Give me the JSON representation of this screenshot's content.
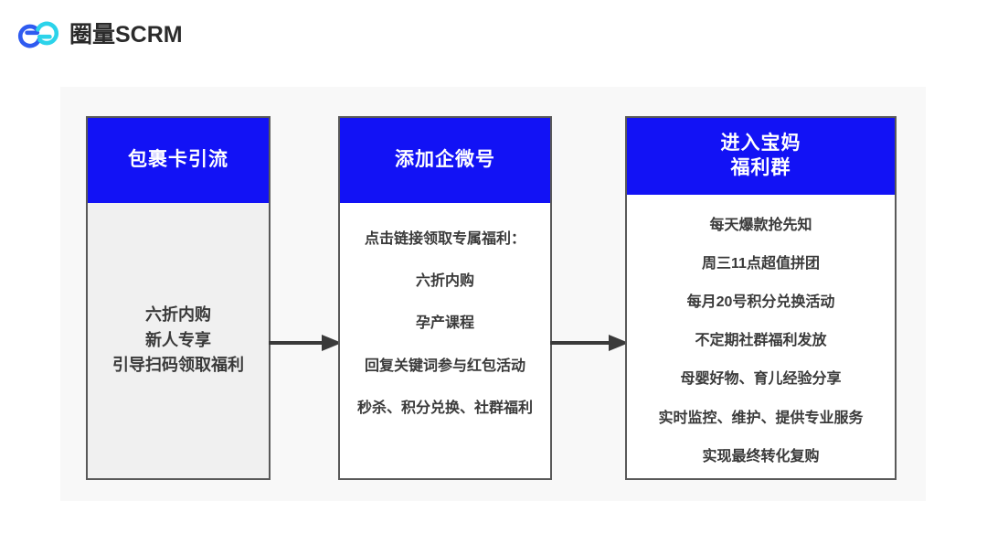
{
  "brand": {
    "logo_icon": "interlocking-rings-logo",
    "name": "圈量SCRM",
    "colors": {
      "ring_left": "#2f5bf0",
      "ring_right": "#2bd3ea",
      "text": "#2b2b2b"
    }
  },
  "diagram": {
    "type": "flowchart",
    "background": "#f8f8f8",
    "header_color": "#1212f5",
    "header_text_color": "#ffffff",
    "border_color": "#595959",
    "arrow_color": "#3a3a3a",
    "steps": [
      {
        "title": "包裹卡引流",
        "title_lines": [
          "包裹卡引流"
        ],
        "body_bg": "#f0f0f0",
        "lines": [
          "六折内购",
          "新人专享",
          "引导扫码领取福利"
        ]
      },
      {
        "title": "添加企微号",
        "title_lines": [
          "添加企微号"
        ],
        "body_bg": "#ffffff",
        "lines": [
          "点击链接领取专属福利：",
          "六折内购",
          "孕产课程",
          "回复关键词参与红包活动",
          "秒杀、积分兑换、社群福利"
        ]
      },
      {
        "title": "进入宝妈福利群",
        "title_lines": [
          "进入宝妈",
          "福利群"
        ],
        "body_bg": "#ffffff",
        "lines": [
          "每天爆款抢先知",
          "周三11点超值拼团",
          "每月20号积分兑换活动",
          "不定期社群福利发放",
          "母婴好物、育儿经验分享",
          "实时监控、维护、提供专业服务",
          "实现最终转化复购"
        ]
      }
    ],
    "arrows": [
      {
        "icon": "arrow-right-icon",
        "from": "包裹卡引流",
        "to": "添加企微号"
      },
      {
        "icon": "arrow-right-icon",
        "from": "添加企微号",
        "to": "进入宝妈福利群"
      }
    ]
  }
}
